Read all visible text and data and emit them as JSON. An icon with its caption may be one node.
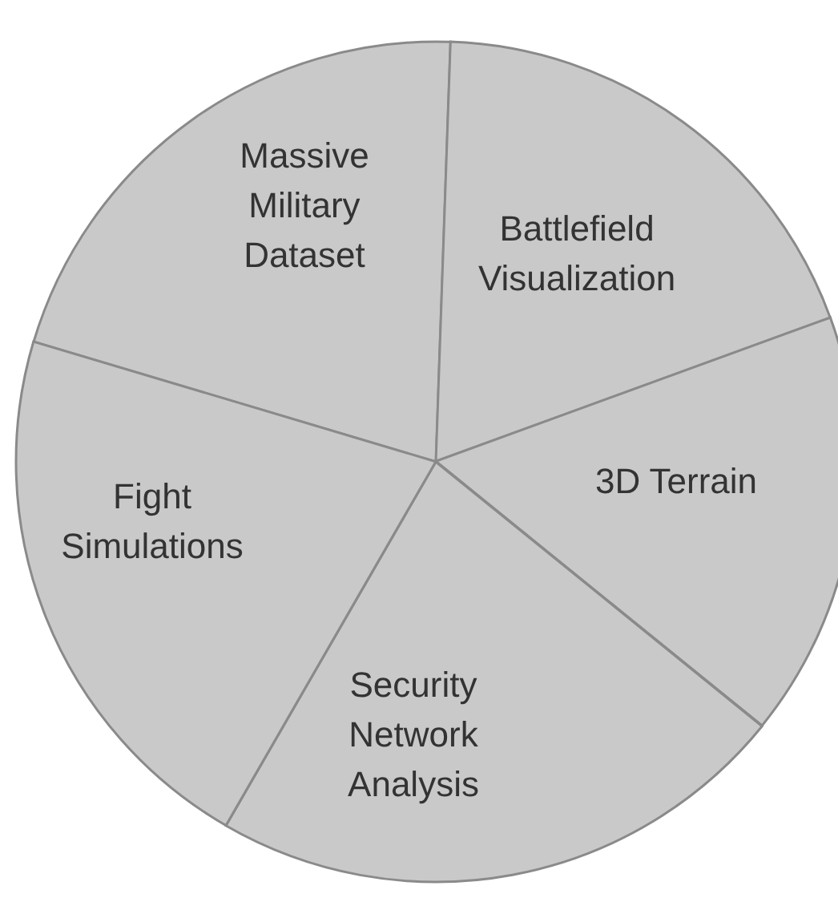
{
  "diagram": {
    "nodes": [
      {
        "text": [
          "Massive Military Dataset"
        ]
      },
      {
        "text": [
          "Battlefield Visualization"
        ]
      },
      {
        "text": [
          "3D Terrain"
        ]
      },
      {
        "text": [
          "Security Network Analysis"
        ]
      },
      {
        "text": [
          "Fight Simulations"
        ]
      }
    ]
  }
}
